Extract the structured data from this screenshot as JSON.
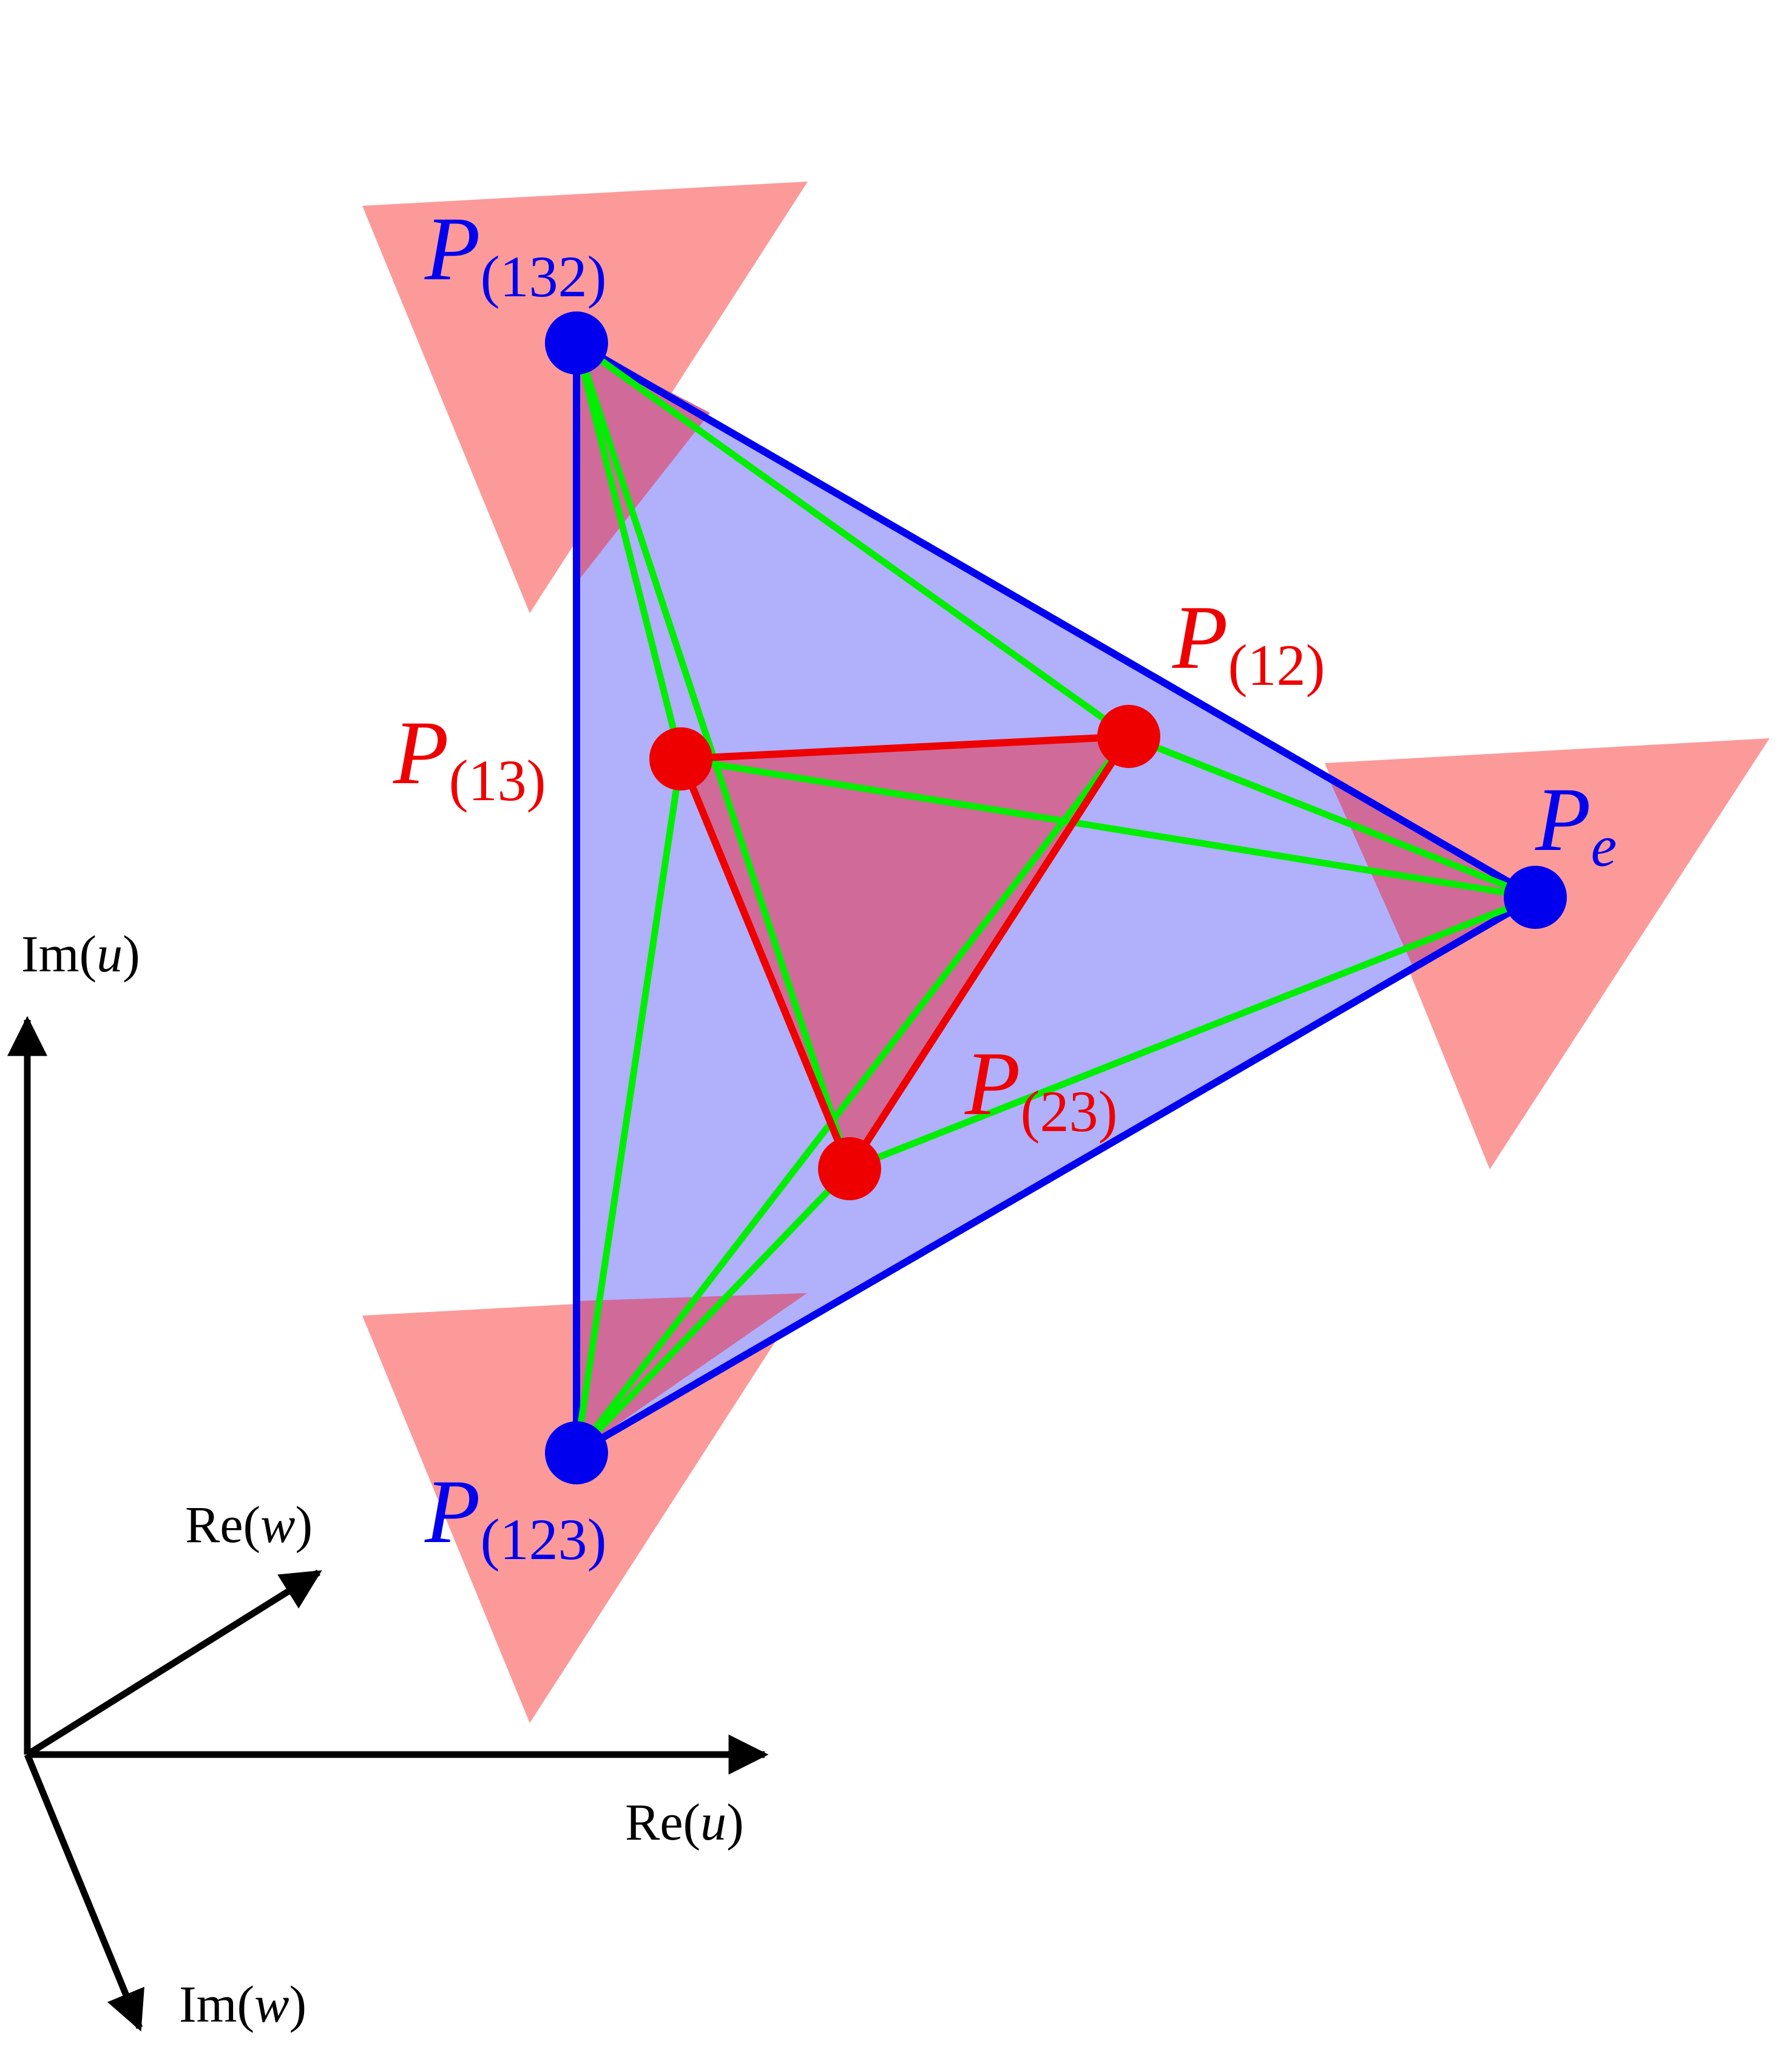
{
  "vertices": {
    "p132": {
      "letter": "P",
      "sub": "(132)"
    },
    "p123": {
      "letter": "P",
      "sub": "(123)"
    },
    "pe": {
      "letter": "P",
      "sub": "e"
    },
    "p12": {
      "letter": "P",
      "sub": "(12)"
    },
    "p13": {
      "letter": "P",
      "sub": "(13)"
    },
    "p23": {
      "letter": "P",
      "sub": "(23)"
    }
  },
  "axes": {
    "im_u": {
      "pre": "Im(",
      "var": "u",
      "post": ")"
    },
    "re_u": {
      "pre": "Re(",
      "var": "u",
      "post": ")"
    },
    "re_w": {
      "pre": "Re(",
      "var": "w",
      "post": ")"
    },
    "im_w": {
      "pre": "Im(",
      "var": "w",
      "post": ")"
    }
  },
  "colors": {
    "outer": "#0000ee",
    "inner": "#ee0000",
    "edges_green": "#00ee00",
    "fill_blue": "#b0b0fb",
    "fill_pink": "#fc9a9a",
    "overlap": "#d06a98"
  }
}
